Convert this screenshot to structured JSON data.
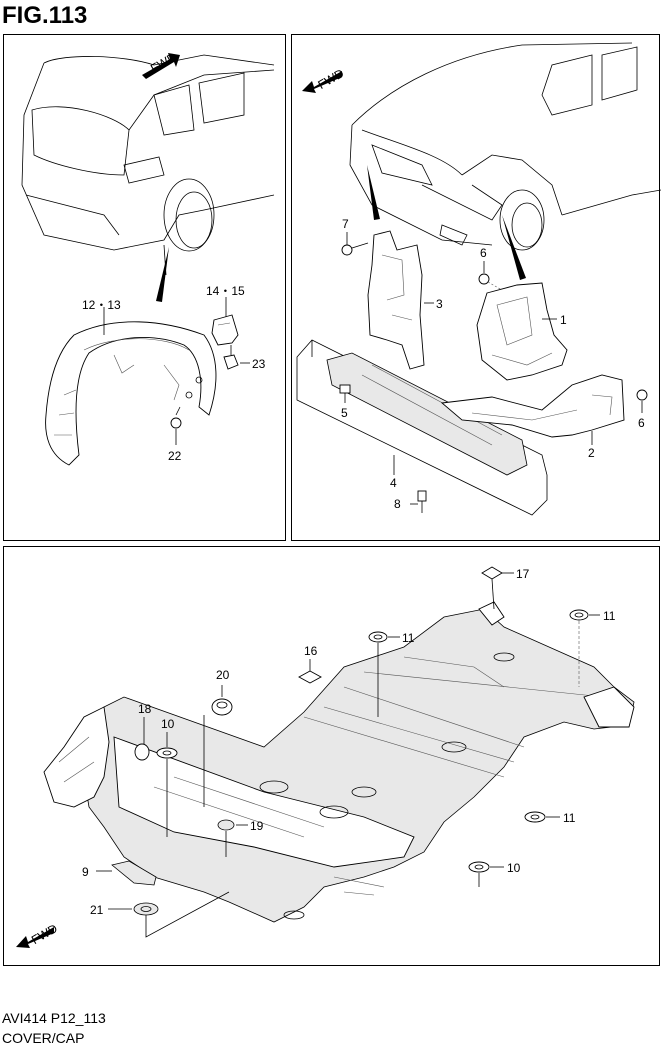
{
  "figure": {
    "title": "FIG.113"
  },
  "fwd_label": "FWD",
  "panel_a": {
    "labels": {
      "p12_13": "12・13",
      "p14_15": "14・15",
      "p23": "23",
      "p22": "22"
    }
  },
  "panel_b": {
    "labels": {
      "p7": "7",
      "p3": "3",
      "p6a": "6",
      "p1": "1",
      "p5": "5",
      "p4": "4",
      "p8": "8",
      "p2": "2",
      "p6b": "6"
    }
  },
  "panel_c": {
    "labels": {
      "p17": "17",
      "p11a": "11",
      "p11b": "11",
      "p16": "16",
      "p20": "20",
      "p18": "18",
      "p10a": "10",
      "p19": "19",
      "p11c": "11",
      "p9": "9",
      "p10b": "10",
      "p21": "21"
    }
  },
  "footer": {
    "code": "AVI414 P12_113",
    "caption": "COVER/CAP"
  }
}
